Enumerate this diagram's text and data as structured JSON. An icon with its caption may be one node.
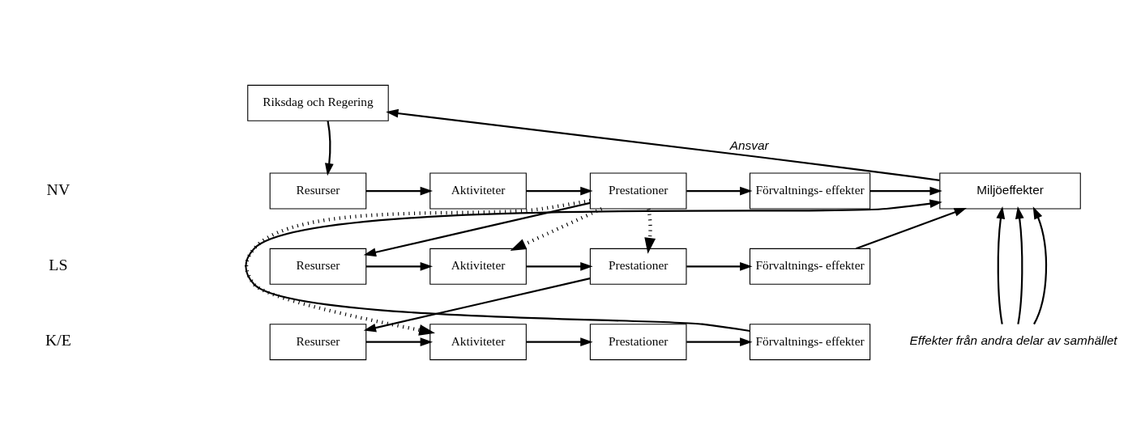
{
  "diagram": {
    "nodes": [
      {
        "text": [
          "Riksdag och Regering"
        ]
      },
      {
        "text": [
          "Resurser"
        ]
      },
      {
        "text": [
          "Aktiviteter"
        ]
      },
      {
        "text": [
          "Prestationer"
        ]
      },
      {
        "text": [
          "Förvaltnings- effekter"
        ]
      },
      {
        "text": [
          "Miljöeffekter"
        ]
      },
      {
        "text": [
          "Resurser"
        ]
      },
      {
        "text": [
          "Aktiviteter"
        ]
      },
      {
        "text": [
          "Prestationer"
        ]
      },
      {
        "text": [
          "Förvaltnings- effekter"
        ]
      },
      {
        "text": [
          "Resurser"
        ]
      },
      {
        "text": [
          "Aktiviteter"
        ]
      },
      {
        "text": [
          "Prestationer"
        ]
      },
      {
        "text": [
          "Förvaltnings- effekter"
        ]
      },
      {
        "text": [
          "Effekter från andra delar av samhället"
        ]
      }
    ],
    "edges": [
      {
        "from": 0,
        "to": 1,
        "arrow": "to"
      },
      {
        "from": 1,
        "to": 2,
        "arrow": "to"
      },
      {
        "from": 2,
        "to": 3,
        "arrow": "to"
      },
      {
        "from": 3,
        "to": 4,
        "arrow": "to"
      },
      {
        "from": 4,
        "to": 5,
        "arrow": "to"
      },
      {
        "from": 5,
        "to": 0,
        "arrow": "to",
        "label": "Ansvar"
      },
      {
        "from": 3,
        "to": 6,
        "arrow": "to"
      },
      {
        "from": 3,
        "to": 7,
        "arrow": "to",
        "style": "dashed"
      },
      {
        "from": 3,
        "to": 8,
        "arrow": "to",
        "style": "dashed"
      },
      {
        "from": 3,
        "to": 11,
        "arrow": "to",
        "style": "dashed"
      },
      {
        "from": 6,
        "to": 7,
        "arrow": "to"
      },
      {
        "from": 7,
        "to": 8,
        "arrow": "to"
      },
      {
        "from": 8,
        "to": 9,
        "arrow": "to"
      },
      {
        "from": 8,
        "to": 10,
        "arrow": "to"
      },
      {
        "from": 9,
        "to": 5,
        "arrow": "to"
      },
      {
        "from": 10,
        "to": 11,
        "arrow": "to"
      },
      {
        "from": 11,
        "to": 12,
        "arrow": "to"
      },
      {
        "from": 12,
        "to": 13,
        "arrow": "to"
      },
      {
        "from": 13,
        "to": 5,
        "arrow": "to"
      },
      {
        "from": 14,
        "to": 5,
        "arrow": "to"
      },
      {
        "from": 14,
        "to": 5,
        "arrow": "to"
      },
      {
        "from": 14,
        "to": 5,
        "arrow": "to"
      }
    ],
    "labels": [
      "NV",
      "LS",
      "K/E"
    ]
  }
}
